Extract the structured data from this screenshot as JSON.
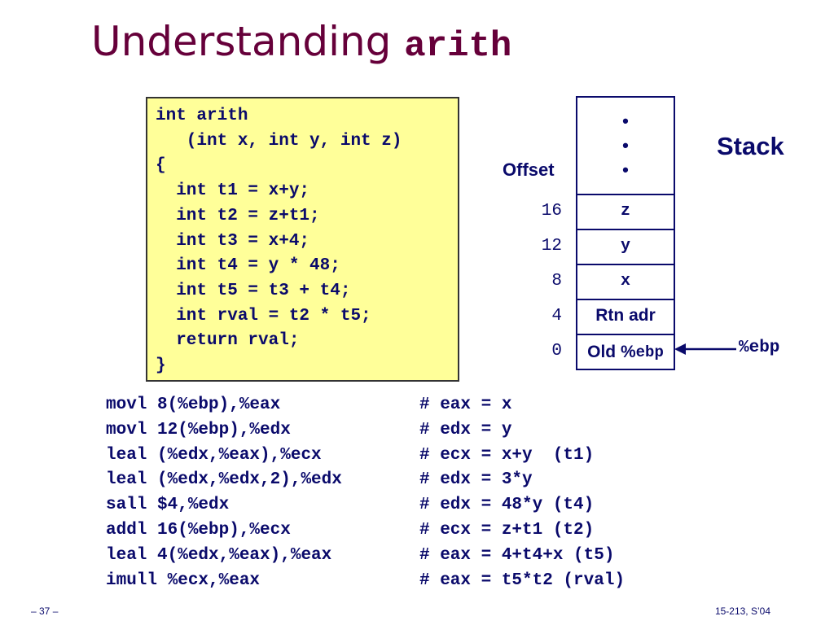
{
  "title": {
    "text": "Understanding ",
    "code": "arith"
  },
  "code_lines": [
    "int arith",
    "   (int x, int y, int z)",
    "{",
    "  int t1 = x+y;",
    "  int t2 = z+t1;",
    "  int t3 = x+4;",
    "  int t4 = y * 48;",
    "  int t5 = t3 + t4;",
    "  int rval = t2 * t5;",
    "  return rval;",
    "}"
  ],
  "asm_lines": [
    {
      "instr": "movl 8(%ebp),%eax",
      "comment": "# eax = x"
    },
    {
      "instr": "movl 12(%ebp),%edx",
      "comment": "# edx = y"
    },
    {
      "instr": "leal (%edx,%eax),%ecx",
      "comment": "# ecx = x+y  (t1)"
    },
    {
      "instr": "leal (%edx,%edx,2),%edx",
      "comment": "# edx = 3*y"
    },
    {
      "instr": "sall $4,%edx",
      "comment": "# edx = 48*y (t4)"
    },
    {
      "instr": "addl 16(%ebp),%ecx",
      "comment": "# ecx = z+t1 (t2)"
    },
    {
      "instr": "leal 4(%edx,%eax),%eax",
      "comment": "# eax = 4+t4+x (t5)"
    },
    {
      "instr": "imull %ecx,%eax",
      "comment": "# eax = t5*t2 (rval)"
    }
  ],
  "stack": {
    "label": "Stack",
    "offset_label": "Offset",
    "dots": [
      "•",
      "•",
      "•"
    ],
    "cells": [
      {
        "offset": "16",
        "label": "z"
      },
      {
        "offset": "12",
        "label": "y"
      },
      {
        "offset": "8",
        "label": "x"
      },
      {
        "offset": "4",
        "label": "Rtn adr"
      },
      {
        "offset": "0",
        "label_prefix": "Old %",
        "label_code": "ebp"
      }
    ],
    "pointer_label": "%ebp"
  },
  "footer": {
    "page": "– 37 –",
    "course": "15-213, S’04"
  },
  "colors": {
    "title": "#66003a",
    "text": "#0a0a6b",
    "code_bg": "#ffff99"
  }
}
